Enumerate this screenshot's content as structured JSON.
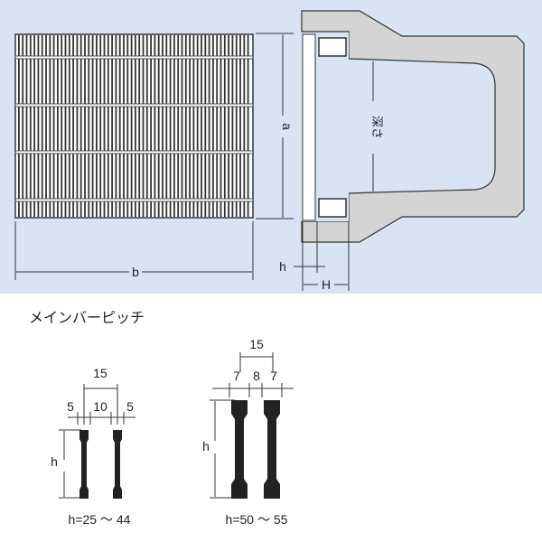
{
  "top_diagram": {
    "dim_a": "a",
    "dim_b": "b",
    "dim_h": "h",
    "dim_H": "H",
    "depth_label": "深さ",
    "colors": {
      "background": "#d8e4f2",
      "concrete": "#d4d4d4",
      "outline": "#222222"
    }
  },
  "pitch_section": {
    "title": "メインバーピッチ",
    "small": {
      "total": "15",
      "left": "5",
      "middle": "10",
      "right": "5",
      "height_label": "h",
      "range": "h=25 ～ 44"
    },
    "large": {
      "total": "15",
      "left": "7",
      "middle": "8",
      "right": "7",
      "height_label": "h",
      "range": "h=50 ～ 55"
    }
  }
}
